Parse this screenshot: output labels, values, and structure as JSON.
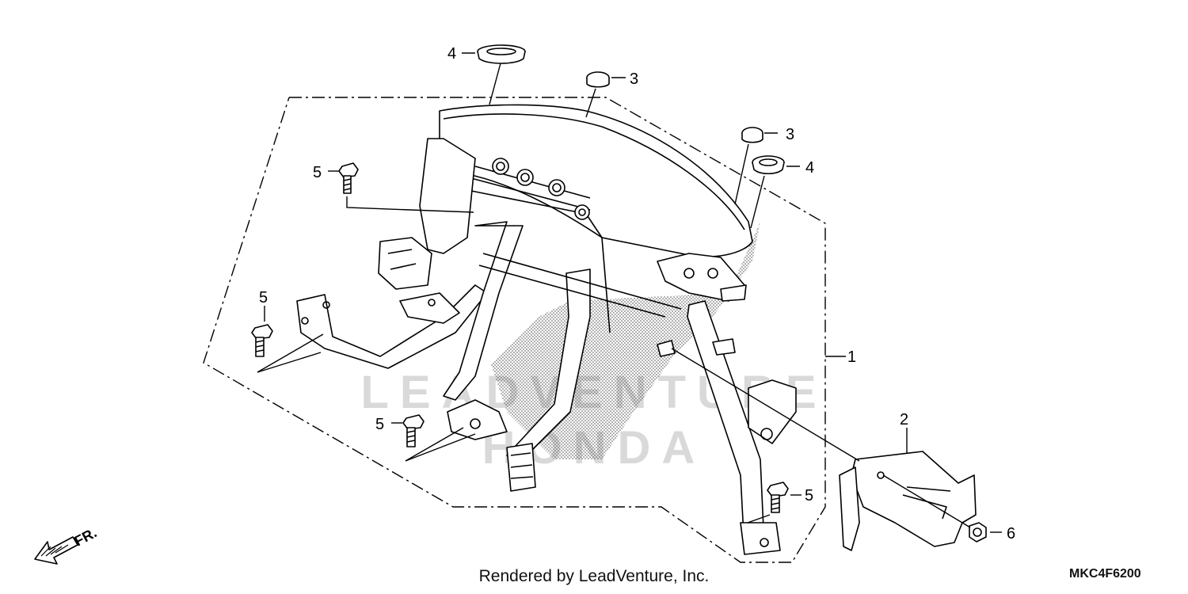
{
  "watermark": {
    "line1": "LEADVENTURE",
    "line2": "HONDA"
  },
  "callouts": {
    "c1": "1",
    "c2": "2",
    "c3a": "3",
    "c3b": "3",
    "c4a": "4",
    "c4b": "4",
    "c5a": "5",
    "c5b": "5",
    "c5c": "5",
    "c5d": "5",
    "c6": "6"
  },
  "direction_label": "FR.",
  "footer": {
    "credit": "Rendered by LeadVenture, Inc.",
    "code": "MKC4F6200"
  },
  "icons": [
    "front-direction-arrow-icon"
  ]
}
